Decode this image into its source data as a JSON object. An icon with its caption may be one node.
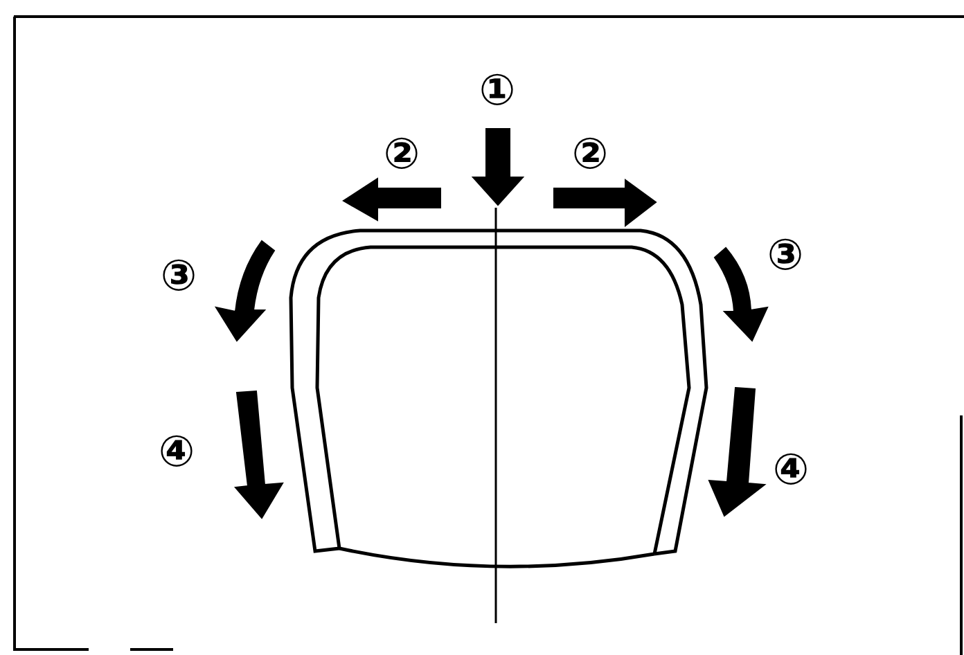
{
  "diagram": {
    "labels": [
      "①",
      "②",
      "②",
      "③",
      "③",
      "④",
      "④"
    ]
  }
}
